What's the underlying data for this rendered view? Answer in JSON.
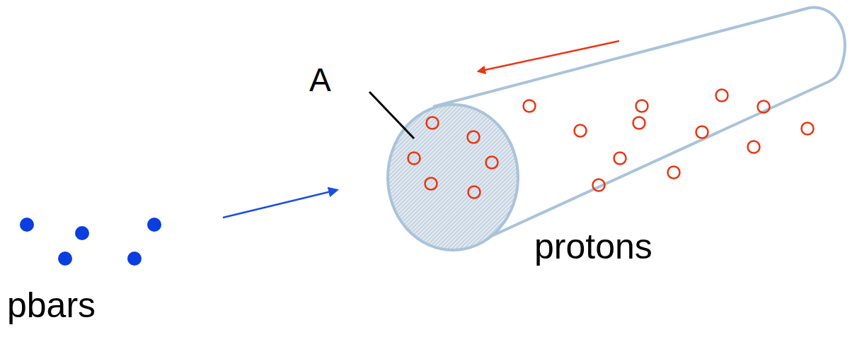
{
  "diagram": {
    "labels": [
      "A",
      "protons",
      "pbars"
    ]
  }
}
